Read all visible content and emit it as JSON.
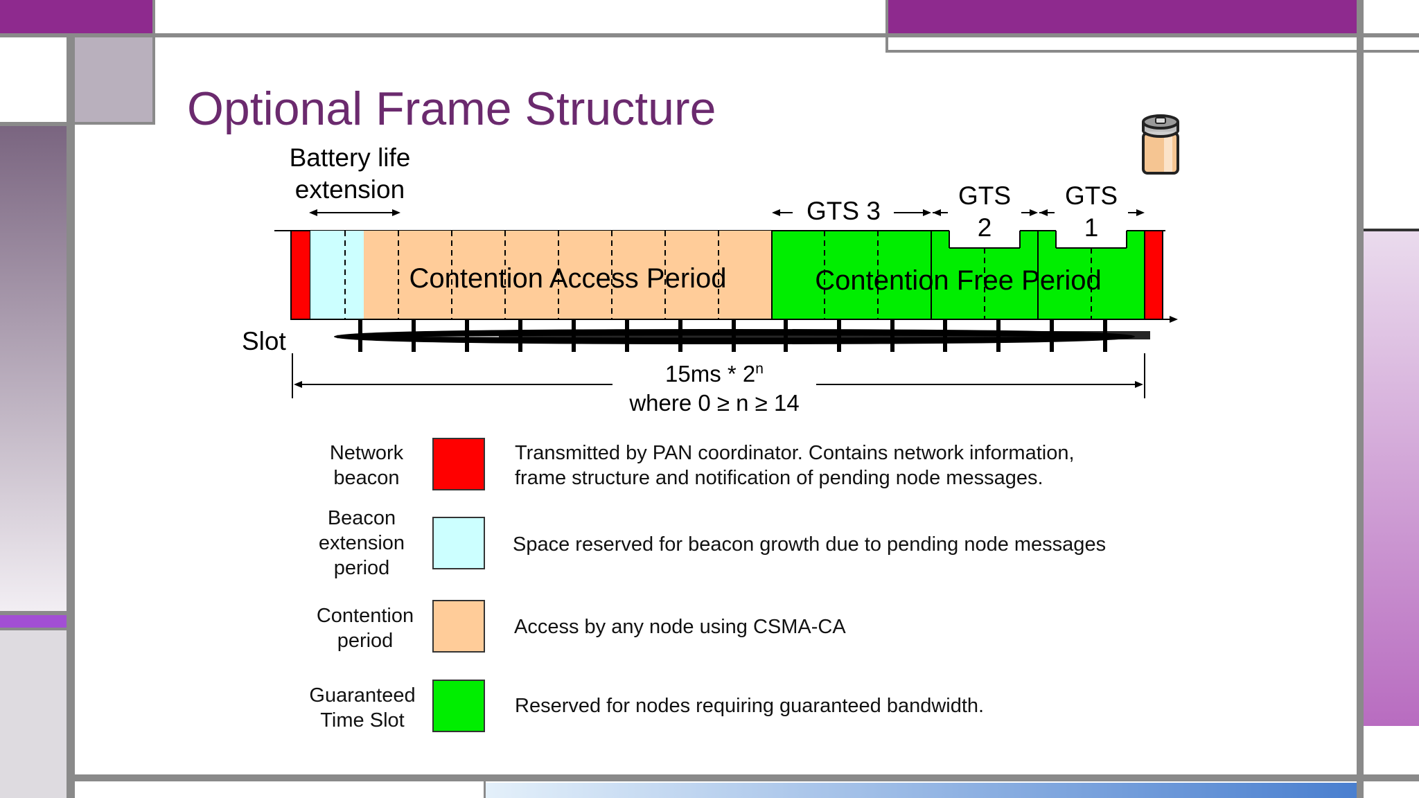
{
  "slide": {
    "title": "Optional Frame Structure",
    "icon": "battery-icon"
  },
  "diagram": {
    "battery_life_line1": "Battery life",
    "battery_life_line2": "extension",
    "gts3": "GTS 3",
    "gts2_line1": "GTS",
    "gts2_line2": "2",
    "gts1_line1": "GTS",
    "gts1_line2": "1",
    "cap_label": "Contention Access Period",
    "cfp_label": "Contention Free Period",
    "slot_label": "Slot",
    "duration_base": "15ms * 2",
    "duration_exp": "n",
    "duration_line2": "where 0 ≥ n ≥ 14"
  },
  "colors": {
    "beacon": "#ff0000",
    "beacon_extension": "#ccffff",
    "contention": "#ffcc99",
    "guaranteed": "#00ee00",
    "title": "#6b2a6e",
    "accent_purple": "#8e2a8e"
  },
  "legend": [
    {
      "label": "Network beacon",
      "swatch": "#ff0000",
      "desc1": "Transmitted by PAN coordinator.  Contains network information,",
      "desc2": "frame structure and notification of pending node messages."
    },
    {
      "label": "Beacon extension period",
      "swatch": "#ccffff",
      "desc1": "Space reserved for beacon growth due to pending node messages",
      "desc2": ""
    },
    {
      "label": "Contention period",
      "swatch": "#ffcc99",
      "desc1": "Access by any node using CSMA-CA",
      "desc2": ""
    },
    {
      "label": "Guaranteed Time Slot",
      "swatch": "#00ee00",
      "desc1": "Reserved for nodes requiring guaranteed bandwidth.",
      "desc2": ""
    }
  ]
}
